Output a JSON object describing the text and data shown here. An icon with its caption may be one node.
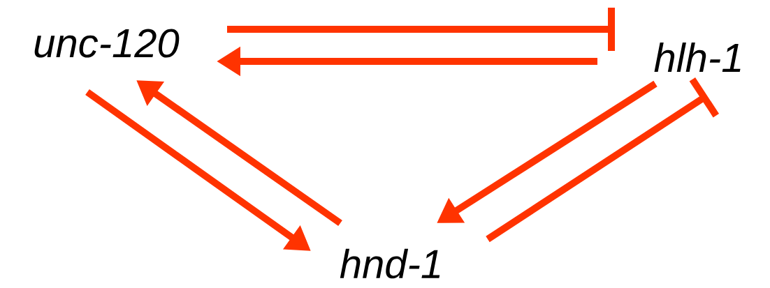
{
  "diagram": {
    "nodes": [
      {
        "text": [
          "unc-120"
        ]
      },
      {
        "text": [
          "hlh-1"
        ]
      },
      {
        "text": [
          "hnd-1"
        ]
      }
    ],
    "edges": [
      {
        "from": 0,
        "to": 1,
        "arrow": "other"
      },
      {
        "from": 1,
        "to": 0,
        "arrow": "to"
      },
      {
        "from": 0,
        "to": 2,
        "arrow": "to"
      },
      {
        "from": 2,
        "to": 0,
        "arrow": "to"
      },
      {
        "from": 1,
        "to": 2,
        "arrow": "to"
      },
      {
        "from": 2,
        "to": 1,
        "arrow": "other"
      }
    ]
  }
}
